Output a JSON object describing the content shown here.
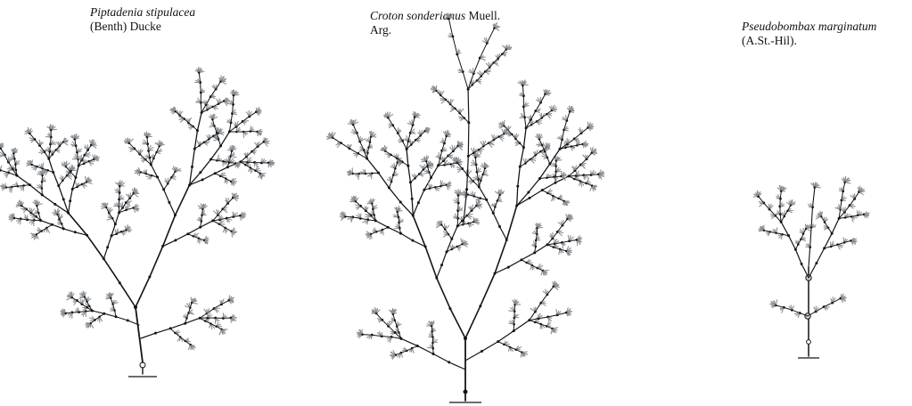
{
  "figures": [
    {
      "species": "Piptadenia stipulacea",
      "author_line1": " ",
      "author_line2": "(Benth) Ducke"
    },
    {
      "species": "Croton sonderianus",
      "author_line1": " Muell.",
      "author_line2": "Arg."
    },
    {
      "species": "Pseudobombax marginatum",
      "author_line1": "",
      "author_line2": "(A.St.-Hil)."
    }
  ],
  "colors": {
    "ink": "#141414",
    "leaf": "#8a8f94"
  }
}
